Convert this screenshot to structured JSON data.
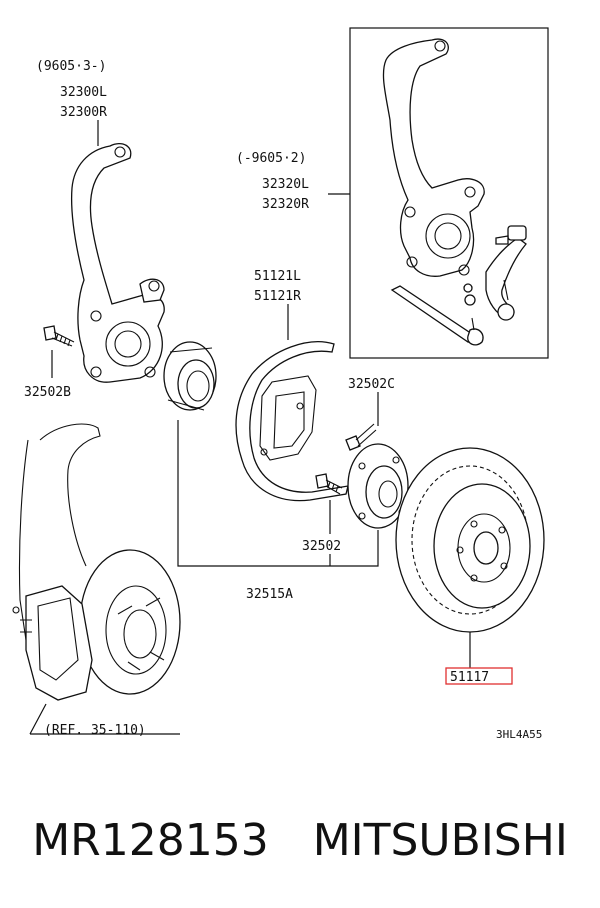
{
  "labels": {
    "knuckle_date": "(9605·3-)",
    "knuckle_l": "32300L",
    "knuckle_r": "32300R",
    "knuckle2_date": "(-9605·2)",
    "knuckle2_l": "32320L",
    "knuckle2_r": "32320R",
    "shield_l": "51121L",
    "shield_r": "51121R",
    "bolt_left": "32502B",
    "bolt_c": "32502C",
    "bolt": "32502",
    "hub_assy": "32515A",
    "rotor": "51117",
    "ref": "(REF. 35-110)",
    "diagram_code": "3HL4A55"
  },
  "caption": {
    "part_number": "MR128153",
    "brand": "MITSUBISHI"
  },
  "colors": {
    "highlight": "#e03030"
  }
}
